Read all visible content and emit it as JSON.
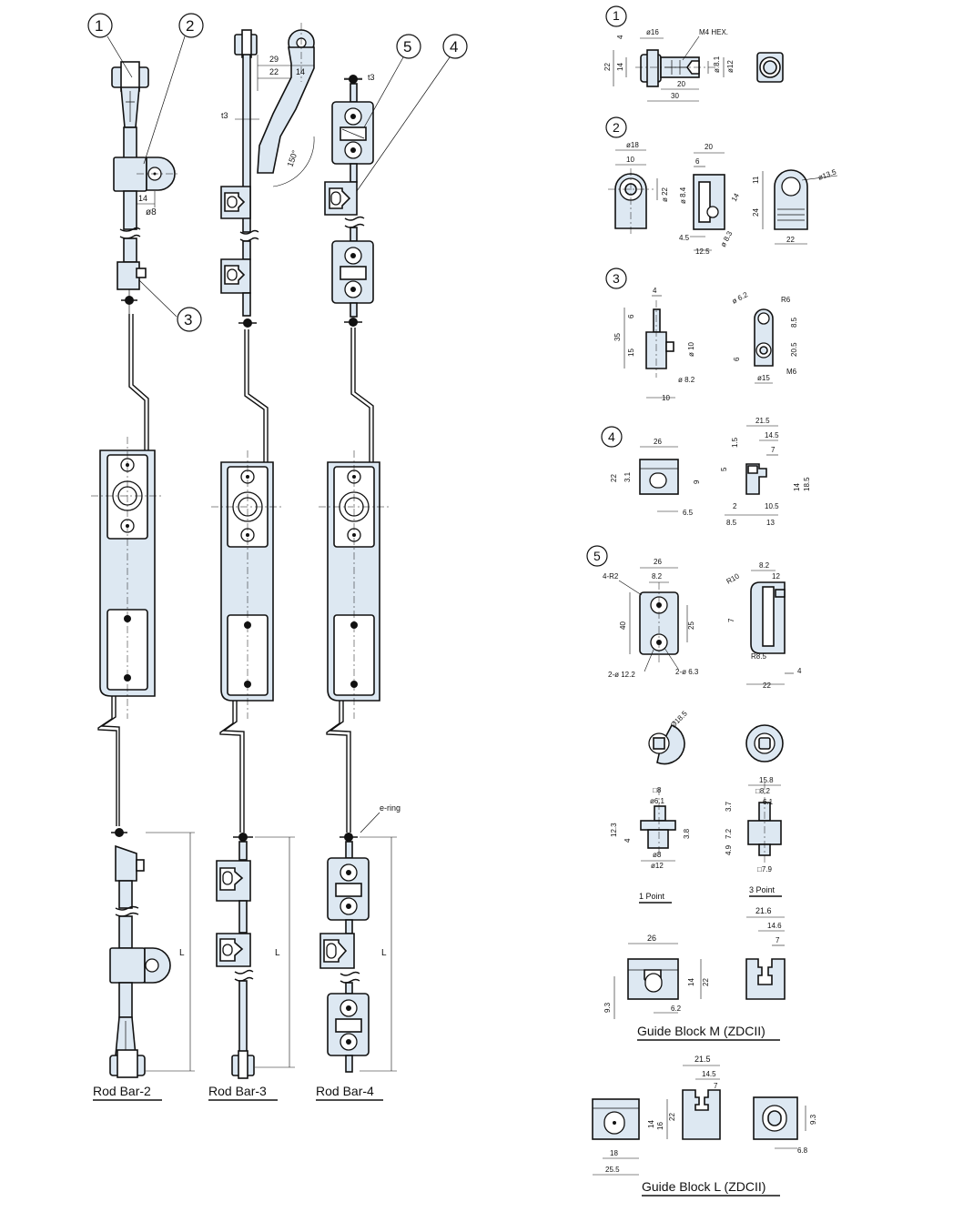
{
  "callouts": {
    "c1": "1",
    "c2": "2",
    "c3": "3",
    "c4": "4",
    "c5": "5"
  },
  "rod_bars": {
    "bar2": "Rod Bar-2",
    "bar3": "Rod Bar-3",
    "bar4": "Rod Bar-4",
    "length": "L",
    "e_ring": "e-ring"
  },
  "rod_dims": {
    "d14": "14",
    "phi8": "ø8",
    "d29": "29",
    "d22": "22",
    "d14b": "14",
    "t3a": "t3",
    "t3b": "t3",
    "angle": "150°"
  },
  "part1": {
    "phi16": "ø16",
    "hex": "M4 HEX.",
    "d4": "4",
    "d22": "22",
    "d14": "14",
    "d20": "20",
    "d30": "30",
    "phi81": "ø 8.1",
    "phi12": "ø12"
  },
  "part2": {
    "phi18": "ø18",
    "d10": "10",
    "phi22": "ø 22",
    "phi84": "ø 8.4",
    "d20": "20",
    "d6": "6",
    "d14": "14",
    "d45": "4.5",
    "d125": "12.5",
    "phi83": "ø 8.3",
    "d11": "11",
    "phi135": "ø13.5",
    "d24": "24",
    "d22": "22"
  },
  "part3": {
    "d4": "4",
    "d6": "6",
    "d35": "35",
    "d15": "15",
    "phi10": "ø 10",
    "phi82": "ø 8.2",
    "d10": "10",
    "phi62": "ø 6.2",
    "r6": "R6",
    "d85": "8.5",
    "d205": "20.5",
    "d6b": "6",
    "phi15": "ø15",
    "m6": "M6"
  },
  "part4": {
    "d26": "26",
    "d22": "22",
    "d31": "3.1",
    "d9": "9",
    "d65": "6.5",
    "d215": "21.5",
    "d145": "14.5",
    "d15": "1.5",
    "d7": "7",
    "d5": "5",
    "d14": "14",
    "d185": "18.5",
    "d2": "2",
    "d105": "10.5",
    "d85": "8.5",
    "d13": "13"
  },
  "part5": {
    "d26": "26",
    "r42": "4-R2",
    "d82": "8.2",
    "d40": "40",
    "d25": "25",
    "holes1": "2-ø 12.2",
    "holes2": "2-ø 6.3",
    "d82b": "8.2",
    "r10": "R10",
    "d12": "12",
    "d7": "7",
    "r85": "R8.5",
    "d22": "22",
    "d4": "4"
  },
  "points": {
    "phi185": "Ø18.5",
    "one": {
      "sq8": "□8",
      "phi61": "ø6.1",
      "d123": "12.3",
      "d4": "4",
      "d38": "3.8",
      "phi8": "ø8",
      "phi12": "ø12",
      "label": "1 Point"
    },
    "three": {
      "d158": "15.8",
      "sq82": "□8.2",
      "d61": "6.1",
      "d37": "3.7",
      "d72": "7.2",
      "d49": "4.9",
      "sq79": "□7.9",
      "label": "3 Point"
    }
  },
  "guide_m": {
    "d216": "21.6",
    "d146": "14.6",
    "d7": "7",
    "d26": "26",
    "d14": "14",
    "d22": "22",
    "d93": "9.3",
    "d62": "6.2",
    "label": "Guide Block M (ZDCII)"
  },
  "guide_l": {
    "d215": "21.5",
    "d145": "14.5",
    "d7": "7",
    "d14": "14",
    "d16": "16",
    "d22": "22",
    "d18": "18",
    "d255": "25.5",
    "d93": "9.3",
    "d68": "6.8",
    "label": "Guide Block L (ZDCII)"
  }
}
